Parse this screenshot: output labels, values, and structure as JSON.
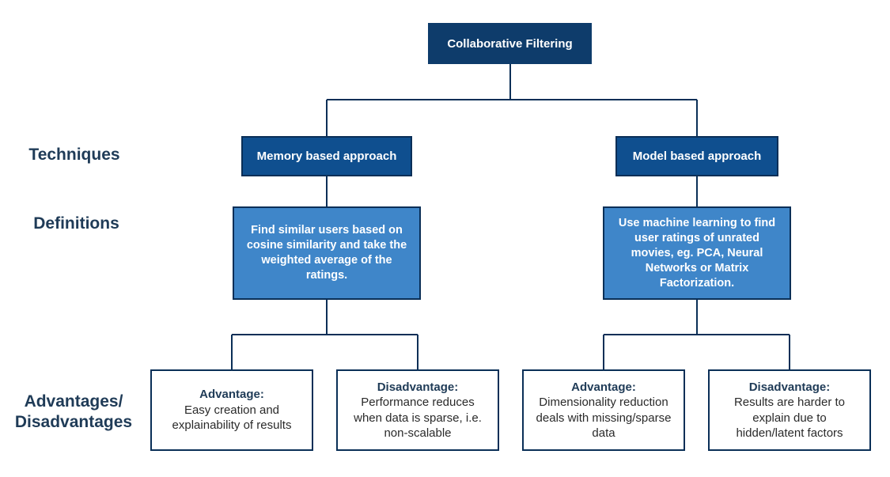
{
  "root": {
    "label": "Collaborative Filtering"
  },
  "row_labels": {
    "techniques": "Techniques",
    "definitions": "Definitions",
    "advantages_line1": "Advantages/",
    "advantages_line2": "Disadvantages"
  },
  "memory": {
    "technique": "Memory based approach",
    "definition": "Find similar users based on cosine similarity and take the weighted average of the ratings.",
    "advantage": {
      "title": "Advantage:",
      "text": "Easy creation and explainability of results"
    },
    "disadvantage": {
      "title": "Disadvantage:",
      "text": "Performance reduces when data is sparse, i.e. non-scalable"
    }
  },
  "model": {
    "technique": "Model based approach",
    "definition": "Use machine learning to find user ratings of unrated movies, eg. PCA, Neural Networks or Matrix Factorization.",
    "advantage": {
      "title": "Advantage:",
      "text": "Dimensionality reduction deals with missing/sparse data"
    },
    "disadvantage": {
      "title": "Disadvantage:",
      "text": "Results are harder to explain due to hidden/latent factors"
    }
  },
  "colors": {
    "root": "#0e3c6b",
    "technique": "#0f4f8f",
    "definition": "#3f86c9",
    "border": "#0a2f57",
    "label_text": "#1f3b57"
  }
}
